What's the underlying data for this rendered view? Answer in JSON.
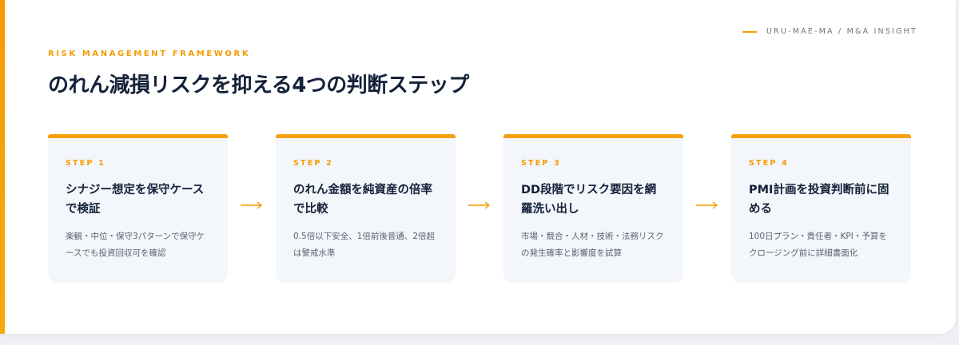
{
  "brand": {
    "label": "URU-MAE-MA / M&A INSIGHT"
  },
  "header": {
    "eyebrow": "RISK MANAGEMENT FRAMEWORK",
    "title": "のれん減損リスクを抑える4つの判断ステップ"
  },
  "colors": {
    "accent": "#f59b00",
    "title": "#14213a",
    "card_bg": "#f3f6fa"
  },
  "steps": [
    {
      "number": "STEP 1",
      "title": "シナジー想定を保守ケースで検証",
      "description": "楽観・中位・保守3パターンで保守ケースでも投資回収可を確認"
    },
    {
      "number": "STEP 2",
      "title": "のれん金額を純資産の倍率で比較",
      "description": "0.5倍以下安全、1倍前後普通、2倍超は警戒水準"
    },
    {
      "number": "STEP 3",
      "title": "DD段階でリスク要因を網羅洗い出し",
      "description": "市場・競合・人材・技術・法務リスクの発生確率と影響度を試算"
    },
    {
      "number": "STEP 4",
      "title": "PMI計画を投資判断前に固める",
      "description": "100日プラン・責任者・KPI・予算をクロージング前に詳細書面化"
    }
  ],
  "arrow_icon": "arrow-right-icon"
}
